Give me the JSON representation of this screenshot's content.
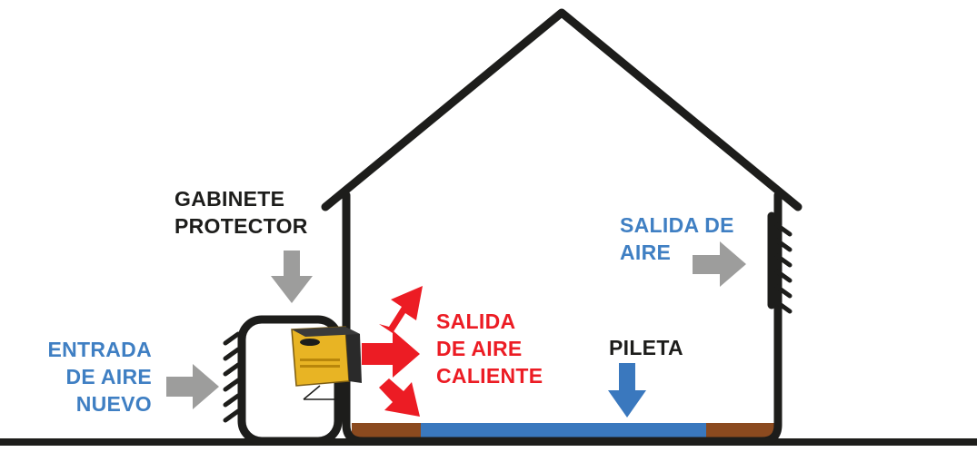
{
  "labels": {
    "gabinete": [
      "GABINETE",
      "PROTECTOR"
    ],
    "entrada": [
      "ENTRADA",
      "DE AIRE",
      "NUEVO"
    ],
    "salida_caliente": [
      "SALIDA",
      "DE AIRE",
      "CALIENTE"
    ],
    "pileta": "PILETA",
    "salida_aire": [
      "SALIDA DE",
      "AIRE"
    ]
  },
  "colors": {
    "outline": "#1d1d1b",
    "blue_text": "#3f7fc3",
    "red": "#ec1c24",
    "gray_arrow": "#9d9d9c",
    "pool": "#3a78be",
    "floor": "#8b4a1f",
    "heater": "#e8b424"
  }
}
